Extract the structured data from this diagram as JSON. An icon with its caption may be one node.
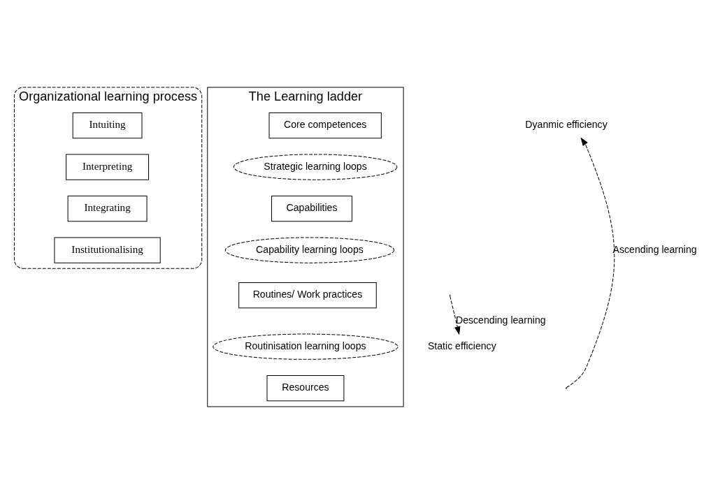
{
  "diagram": {
    "nodes": [
      {
        "text": [
          "Organizational learning process"
        ]
      },
      {
        "text": [
          "Intuiting"
        ],
        "in": 0
      },
      {
        "text": [
          "Interpreting"
        ],
        "in": 0
      },
      {
        "text": [
          "Integrating"
        ],
        "in": 0
      },
      {
        "text": [
          "Institutionalising"
        ],
        "in": 0
      },
      {
        "text": [
          "The Learning ladder"
        ]
      },
      {
        "text": [
          "Core competences"
        ],
        "in": 5
      },
      {
        "text": [
          "Strategic learning loops"
        ],
        "in": 5
      },
      {
        "text": [
          "Capabilities"
        ],
        "in": 5
      },
      {
        "text": [
          "Capability learning loops"
        ],
        "in": 5
      },
      {
        "text": [
          "Routines/ Work practices"
        ],
        "in": 5
      },
      {
        "text": [
          "Routinisation learning loops"
        ],
        "in": 5
      },
      {
        "text": [
          "Resources"
        ],
        "in": 5
      },
      {
        "text": [
          "Dyanmic efficiency"
        ]
      },
      {
        "text": [
          "Static efficiency"
        ]
      }
    ],
    "edges": [
      {
        "from": null,
        "to": 13,
        "arrow": "to",
        "style": "dashed",
        "label": "Ascending learning"
      },
      {
        "from": null,
        "to": 14,
        "arrow": "to",
        "style": "dashed",
        "label": "Descending learning"
      }
    ]
  }
}
